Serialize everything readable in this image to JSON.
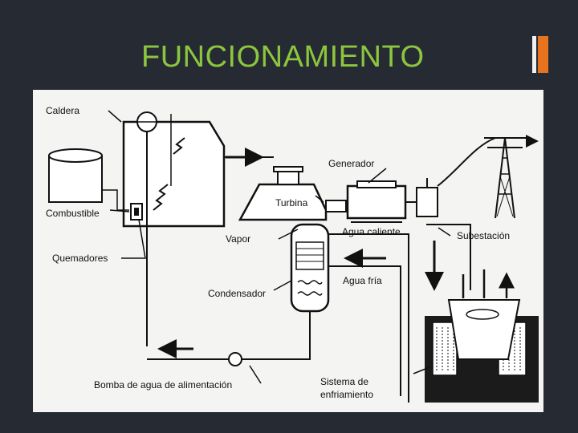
{
  "slide": {
    "title": "FUNCIONAMIENTO"
  },
  "diagram": {
    "labels": {
      "caldera": "Caldera",
      "combustible": "Combustible",
      "quemadores": "Quemadores",
      "generador": "Generador",
      "turbina": "Turbina",
      "vapor": "Vapor",
      "agua_caliente": "Agua caliente",
      "subestacion": "Subestación",
      "agua_fria": "Agua fría",
      "condensador": "Condensador",
      "bomba": "Bomba de agua de alimentación",
      "sistema_1": "Sistema de",
      "sistema_2": "enfriamiento"
    }
  },
  "colors": {
    "background": "#262b33",
    "title": "#8cc63f",
    "accent_orange": "#e8731f",
    "panel": "#f4f4f2"
  }
}
